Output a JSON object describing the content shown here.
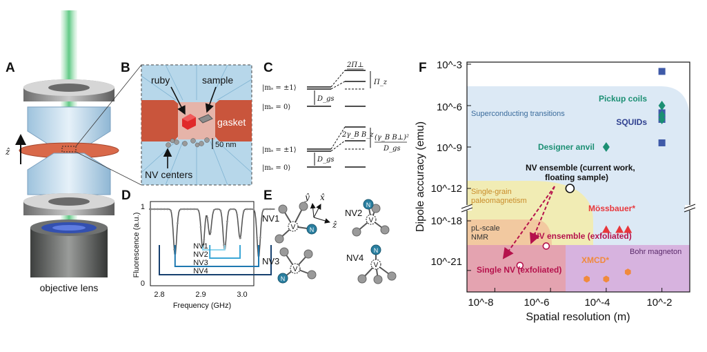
{
  "panels": {
    "A": {
      "label": "A",
      "axis_label": "ẑ",
      "caption": "objective lens"
    },
    "B": {
      "label": "B",
      "ruby": "ruby",
      "sample": "sample",
      "gasket": "gasket",
      "scale": "50 nm",
      "nv": "NV centers"
    },
    "C": {
      "label": "C",
      "upper": {
        "state_pm1": "|mₛ = ±1⟩",
        "state_0": "|mₛ = 0⟩",
        "dgs": "D_gs",
        "split": "2Π⊥",
        "pz": "Π_z"
      },
      "lower": {
        "state_pm1": "|mₛ = ±1⟩",
        "state_0": "|mₛ = 0⟩",
        "dgs": "D_gs",
        "split": "2γ_B B_z",
        "shift_num": "(γ_B B⊥)²",
        "shift_den": "D_gs"
      }
    },
    "D": {
      "label": "D",
      "ylabel": "Fluorescence (a.u.)",
      "xlabel": "Frequency (GHz)",
      "xticks": [
        "2.8",
        "2.9",
        "3.0"
      ],
      "yticks": [
        "0",
        "1"
      ],
      "nv_labels": [
        "NV1",
        "NV2",
        "NV3",
        "NV4"
      ],
      "nv_colors": [
        "#8fd6ee",
        "#3aa6d6",
        "#1d78b0",
        "#153f6e"
      ]
    },
    "E": {
      "label": "E",
      "axes": {
        "y": "ŷ",
        "x": "x̂",
        "z": "ẑ"
      },
      "centers": [
        "NV1",
        "NV2",
        "NV3",
        "NV4"
      ],
      "vacancy": "V",
      "nitrogen": "N"
    },
    "F": {
      "label": "F"
    }
  },
  "chart_data": {
    "type": "scatter",
    "title": "",
    "xlabel": "Spatial resolution (m)",
    "ylabel": "Dipole accuracy (emu)",
    "x_scale": "log",
    "y_scale": "log (broken axis between 10^-12 and 10^-18)",
    "xlim": [
      1e-09,
      0.1
    ],
    "x_ticks": [
      "10^-8",
      "10^-6",
      "10^-4",
      "10^-2"
    ],
    "y_ticks": [
      "10^-3",
      "10^-6",
      "10^-9",
      "10^-12",
      "10^-18",
      "10^-21"
    ],
    "regions": [
      {
        "name": "Superconducting transitions",
        "color": "#dce9f5"
      },
      {
        "name": "Single-grain paleomagnetism",
        "color": "#f1ecb4"
      },
      {
        "name": "pL-scale NMR",
        "color": "#f2c9a0"
      },
      {
        "name": "Bohr magneton",
        "color": "#d7b3df"
      }
    ],
    "series": [
      {
        "name": "SQUIDs",
        "color": "#3f5aa8",
        "marker": "square",
        "points": [
          [
            0.01,
            0.0003
          ],
          [
            0.01,
            3e-07
          ],
          [
            0.01,
            1e-07
          ],
          [
            0.01,
            2e-09
          ]
        ]
      },
      {
        "name": "Pickup coils",
        "color": "#1b8f73",
        "marker": "diamond",
        "points": [
          [
            0.01,
            1e-06
          ],
          [
            0.01,
            2e-07
          ],
          [
            0.01,
            1e-07
          ]
        ]
      },
      {
        "name": "Designer anvil",
        "color": "#1b8f73",
        "marker": "diamond",
        "points": [
          [
            0.0001,
            1e-09
          ]
        ]
      },
      {
        "name": "NV ensemble (current work, floating sample)",
        "color": "#111111",
        "marker": "circle-open",
        "points": [
          [
            5e-06,
            1e-12
          ]
        ]
      },
      {
        "name": "Mössbauer*",
        "color": "#e8373c",
        "marker": "triangle",
        "points": [
          [
            0.0001,
            3e-19
          ],
          [
            0.0003,
            3e-19
          ],
          [
            0.0006,
            3e-19
          ]
        ]
      },
      {
        "name": "NV ensemble (exfoliated)",
        "color": "#b5124c",
        "marker": "circle-open",
        "points": [
          [
            7e-07,
            3e-20
          ]
        ]
      },
      {
        "name": "Single NV (exfoliated)",
        "color": "#b5124c",
        "marker": "circle-open",
        "points": [
          [
            8e-08,
            2e-21
          ]
        ]
      },
      {
        "name": "XMCD*",
        "color": "#f08a3c",
        "marker": "hexagon",
        "points": [
          [
            2e-05,
            3e-22
          ],
          [
            0.0001,
            3e-22
          ],
          [
            0.0006,
            8e-22
          ]
        ]
      }
    ],
    "arrows": [
      {
        "from": "NV ensemble (current work, floating sample)",
        "to": "NV ensemble (exfoliated)"
      },
      {
        "from": "NV ensemble (current work, floating sample)",
        "to": "Single NV (exfoliated)"
      }
    ],
    "label_colors": {
      "Pickup coils": "#1b8f73",
      "SQUIDs": "#2e3f8f",
      "Designer anvil": "#1b8f73",
      "Superconducting transitions": "#3b6c9c",
      "Single-grain paleomagnetism": "#c98c2a",
      "pL-scale NMR": "#333333",
      "Bohr magneton": "#5a2a6a"
    }
  }
}
